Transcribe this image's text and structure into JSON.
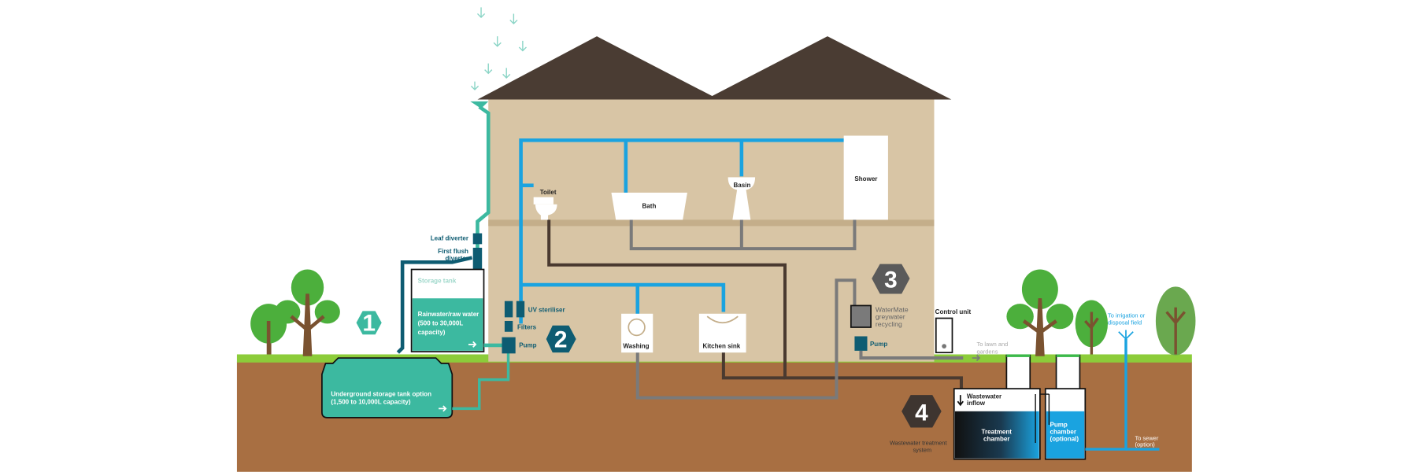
{
  "colors": {
    "roof": "#4a3c33",
    "wall": "#d8c5a5",
    "grass": "#8ccc3a",
    "soil": "#a86f42",
    "rainwater": "#3cb9a0",
    "mains": "#1aa3e0",
    "blackwater": "#4a3a30",
    "greywater": "#7a7a7a",
    "step2": "#0e5c72"
  },
  "steps": [
    "1",
    "2",
    "3",
    "4"
  ],
  "rainwater": {
    "leaf_diverter": "Leaf diverter",
    "first_flush": [
      "First flush",
      "diverter"
    ],
    "storage_tank": "Storage tank",
    "tank_text": [
      "Rainwater/raw water",
      "(500 to 30,000L",
      "capacity)"
    ],
    "underground": [
      "Underground storage tank option",
      "(1,500 to 10,000L capacity)"
    ]
  },
  "treatment": {
    "uv": "UV steriliser",
    "filters": "Filters",
    "pump": "Pump"
  },
  "fixtures": {
    "toilet": "Toilet",
    "bath": "Bath",
    "basin": "Basin",
    "shower": "Shower",
    "washing": "Washing",
    "kitchen_sink": "Kitchen sink"
  },
  "greywater": {
    "system": [
      "WaterMate",
      "greywater",
      "recycling"
    ],
    "pump": "Pump",
    "control_unit": "Control unit",
    "to_lawn": [
      "To lawn and",
      "gardens"
    ]
  },
  "wastewater": {
    "inflow": [
      "Wastewater",
      "inflow"
    ],
    "treatment_chamber": [
      "Treatment",
      "chamber"
    ],
    "pump_chamber": [
      "Pump",
      "chamber",
      "(optional)"
    ],
    "system_label": [
      "Wastewater treatment",
      "system"
    ],
    "to_irrigation": [
      "To irrigation or",
      "disposal field"
    ],
    "to_sewer": [
      "To sewer",
      "(option)"
    ]
  }
}
